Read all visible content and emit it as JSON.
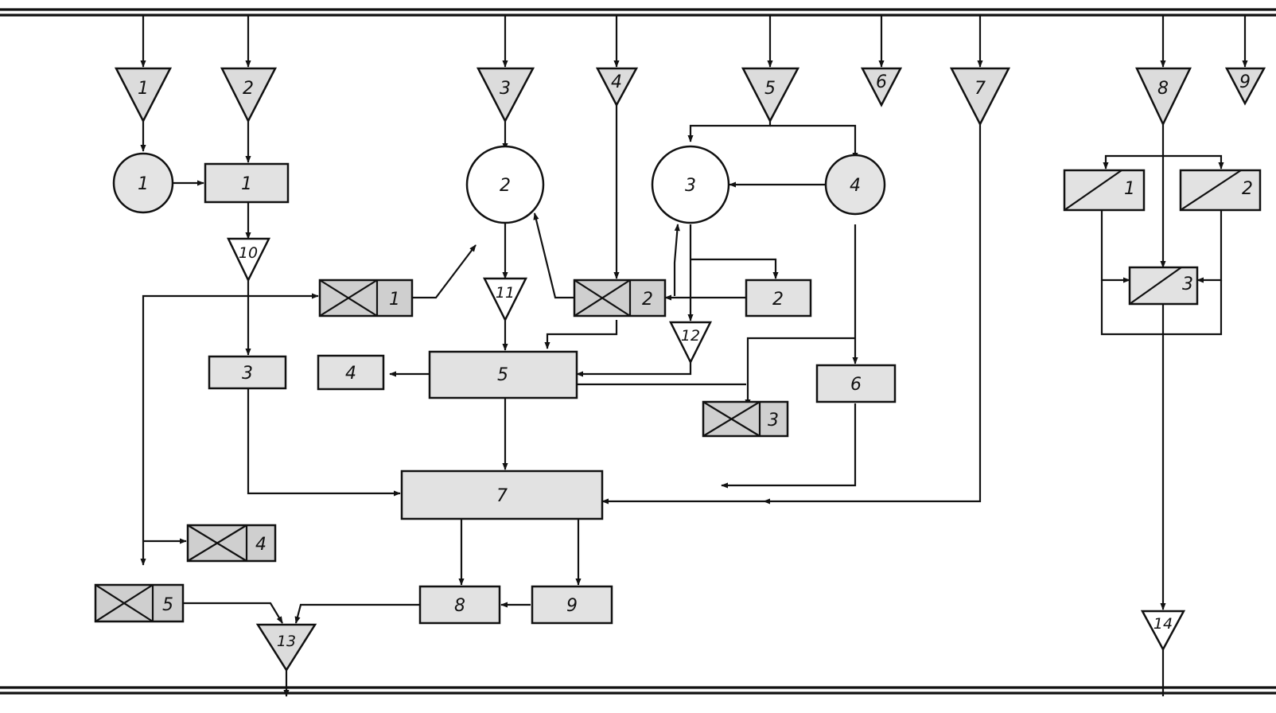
{
  "labels": {
    "t1": "1",
    "t2": "2",
    "t3": "3",
    "t4": "4",
    "t5": "5",
    "t6": "6",
    "t7": "7",
    "t8": "8",
    "t9": "9",
    "t10": "10",
    "t11": "11",
    "t12": "12",
    "t13": "13",
    "t14": "14",
    "c1": "1",
    "c2": "2",
    "c3": "3",
    "c4": "4",
    "r1": "1",
    "r2": "2",
    "r3": "3",
    "r4": "4",
    "r5": "5",
    "r6": "6",
    "r7": "7",
    "r8": "8",
    "r9": "9",
    "x1": "1",
    "x2": "2",
    "x3": "3",
    "x4": "4",
    "x5": "5",
    "s1": "1",
    "s2": "2",
    "s3": "3"
  }
}
